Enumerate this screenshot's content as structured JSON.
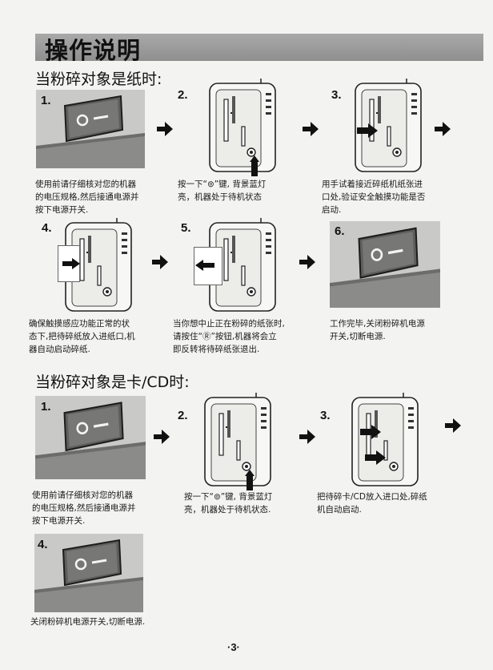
{
  "page": {
    "title": "操作说明",
    "page_number": "·3·"
  },
  "paper_section": {
    "heading": "当粉碎对象是纸时:",
    "steps": [
      {
        "number": "1.",
        "lines": [
          "使用前请仔细核对您的机器",
          "的电压规格,然后接通电源并",
          "按下电源开关."
        ]
      },
      {
        "number": "2.",
        "lines": [
          "按一下“⊚”键, 背景蓝灯",
          "亮，机器处于待机状态"
        ]
      },
      {
        "number": "3.",
        "lines": [
          "用手试着接近碎纸机纸张进",
          "口处,验证安全触摸功能是否",
          "启动."
        ]
      },
      {
        "number": "4.",
        "lines": [
          "确保触摸感应功能正常的状",
          "态下,把待碎纸放入进纸口,机",
          "器自动启动碎纸."
        ]
      },
      {
        "number": "5.",
        "lines": [
          "当你想中止正在粉碎的纸张时,",
          "请按住“Ⓡ”按钮,机器将会立",
          "即反转将待碎纸张退出."
        ]
      },
      {
        "number": "6.",
        "lines": [
          "工作完毕,关闭粉碎机电源",
          "开关,切断电源."
        ]
      }
    ]
  },
  "card_section": {
    "heading": "当粉碎对象是卡/CD时:",
    "steps": [
      {
        "number": "1.",
        "lines": [
          "使用前请仔细核对您的机器",
          "的电压规格,然后接通电源并",
          "按下电源开关."
        ]
      },
      {
        "number": "2.",
        "lines": [
          "按一下“⊚”键, 背景蓝灯",
          "亮，机器处于待机状态."
        ]
      },
      {
        "number": "3.",
        "lines": [
          "把待碎卡/CD放入进口处,碎纸",
          "机自动启动."
        ]
      },
      {
        "number": "4.",
        "lines": [
          "关闭粉碎机电源开关,切断电源."
        ]
      }
    ]
  }
}
